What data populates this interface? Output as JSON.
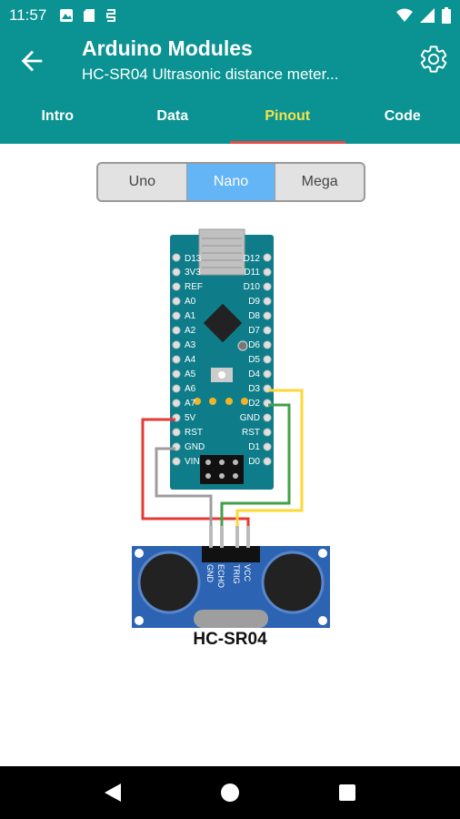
{
  "status_bar": {
    "time": "11:57"
  },
  "app_bar": {
    "title": "Arduino Modules",
    "subtitle": "HC-SR04 Ultrasonic distance meter..."
  },
  "tabs": [
    {
      "label": "Intro"
    },
    {
      "label": "Data"
    },
    {
      "label": "Pinout",
      "active": true
    },
    {
      "label": "Code"
    }
  ],
  "board_selector": [
    {
      "label": "Uno"
    },
    {
      "label": "Nano",
      "active": true
    },
    {
      "label": "Mega"
    }
  ],
  "diagram": {
    "board_left_pins": [
      "D13",
      "3V3",
      "REF",
      "A0",
      "A1",
      "A2",
      "A3",
      "A4",
      "A5",
      "A6",
      "A7",
      "5V",
      "RST",
      "GND",
      "VIN"
    ],
    "board_right_pins": [
      "D12",
      "D11",
      "D10",
      "D9",
      "D8",
      "D7",
      "D6",
      "D5",
      "D4",
      "D3",
      "D2",
      "GND",
      "RST",
      "D1",
      "D0"
    ],
    "sensor_pins": [
      "GND",
      "ECHO",
      "TRIG",
      "VCC"
    ],
    "sensor_name": "HC-SR04"
  },
  "colors": {
    "primary": "#0a9392",
    "active_tab": "#f7e24b",
    "tab_indicator": "#e64a48",
    "segment_active": "#64b5f6",
    "board": "#0f7d89",
    "sensor": "#2c63b3"
  }
}
